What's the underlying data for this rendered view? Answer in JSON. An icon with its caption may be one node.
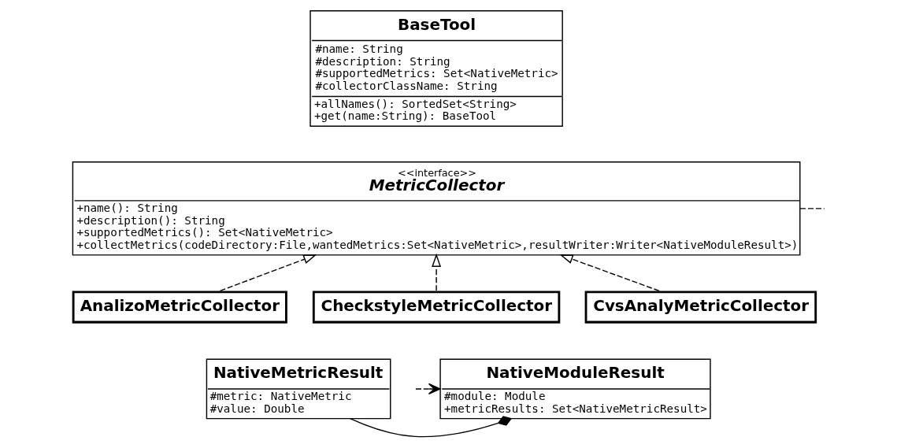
{
  "diagram": {
    "nodes": [
      {
        "text": [
          "BaseTool",
          "#name: String",
          "#description: String",
          "#supportedMetrics: Set<NativeMetric>",
          "#collectorClassName: String",
          "+allNames(): SortedSet<String>",
          "+get(name:String): BaseTool"
        ]
      },
      {
        "text": [
          "<<interface>>",
          "MetricCollector",
          "+name(): String",
          "+description(): String",
          "+supportedMetrics(): Set<NativeMetric>",
          "+collectMetrics(codeDirectory:File,wantedMetrics:Set<NativeMetric>,resultWriter:Writer<NativeModuleResult>)"
        ]
      },
      {
        "text": [
          "AnalizoMetricCollector"
        ]
      },
      {
        "text": [
          "CheckstyleMetricCollector"
        ]
      },
      {
        "text": [
          "CvsAnalyMetricCollector"
        ]
      },
      {
        "text": [
          "NativeMetricResult",
          "#metric: NativeMetric",
          "#value: Double"
        ]
      },
      {
        "text": [
          "NativeModuleResult",
          "#module: Module",
          "+metricResults: Set<NativeMetricResult>"
        ]
      }
    ],
    "edges": [
      {
        "from": 1,
        "to": null,
        "arrow": "none",
        "style": "dashed"
      },
      {
        "from": 2,
        "to": 1,
        "arrow": "to",
        "style": "dashed"
      },
      {
        "from": 3,
        "to": 1,
        "arrow": "to",
        "style": "dashed"
      },
      {
        "from": 4,
        "to": 1,
        "arrow": "to",
        "style": "dashed"
      },
      {
        "from": 5,
        "to": 6,
        "arrow": "other"
      },
      {
        "from": null,
        "to": 6,
        "arrow": "to",
        "style": "dashed"
      }
    ]
  }
}
